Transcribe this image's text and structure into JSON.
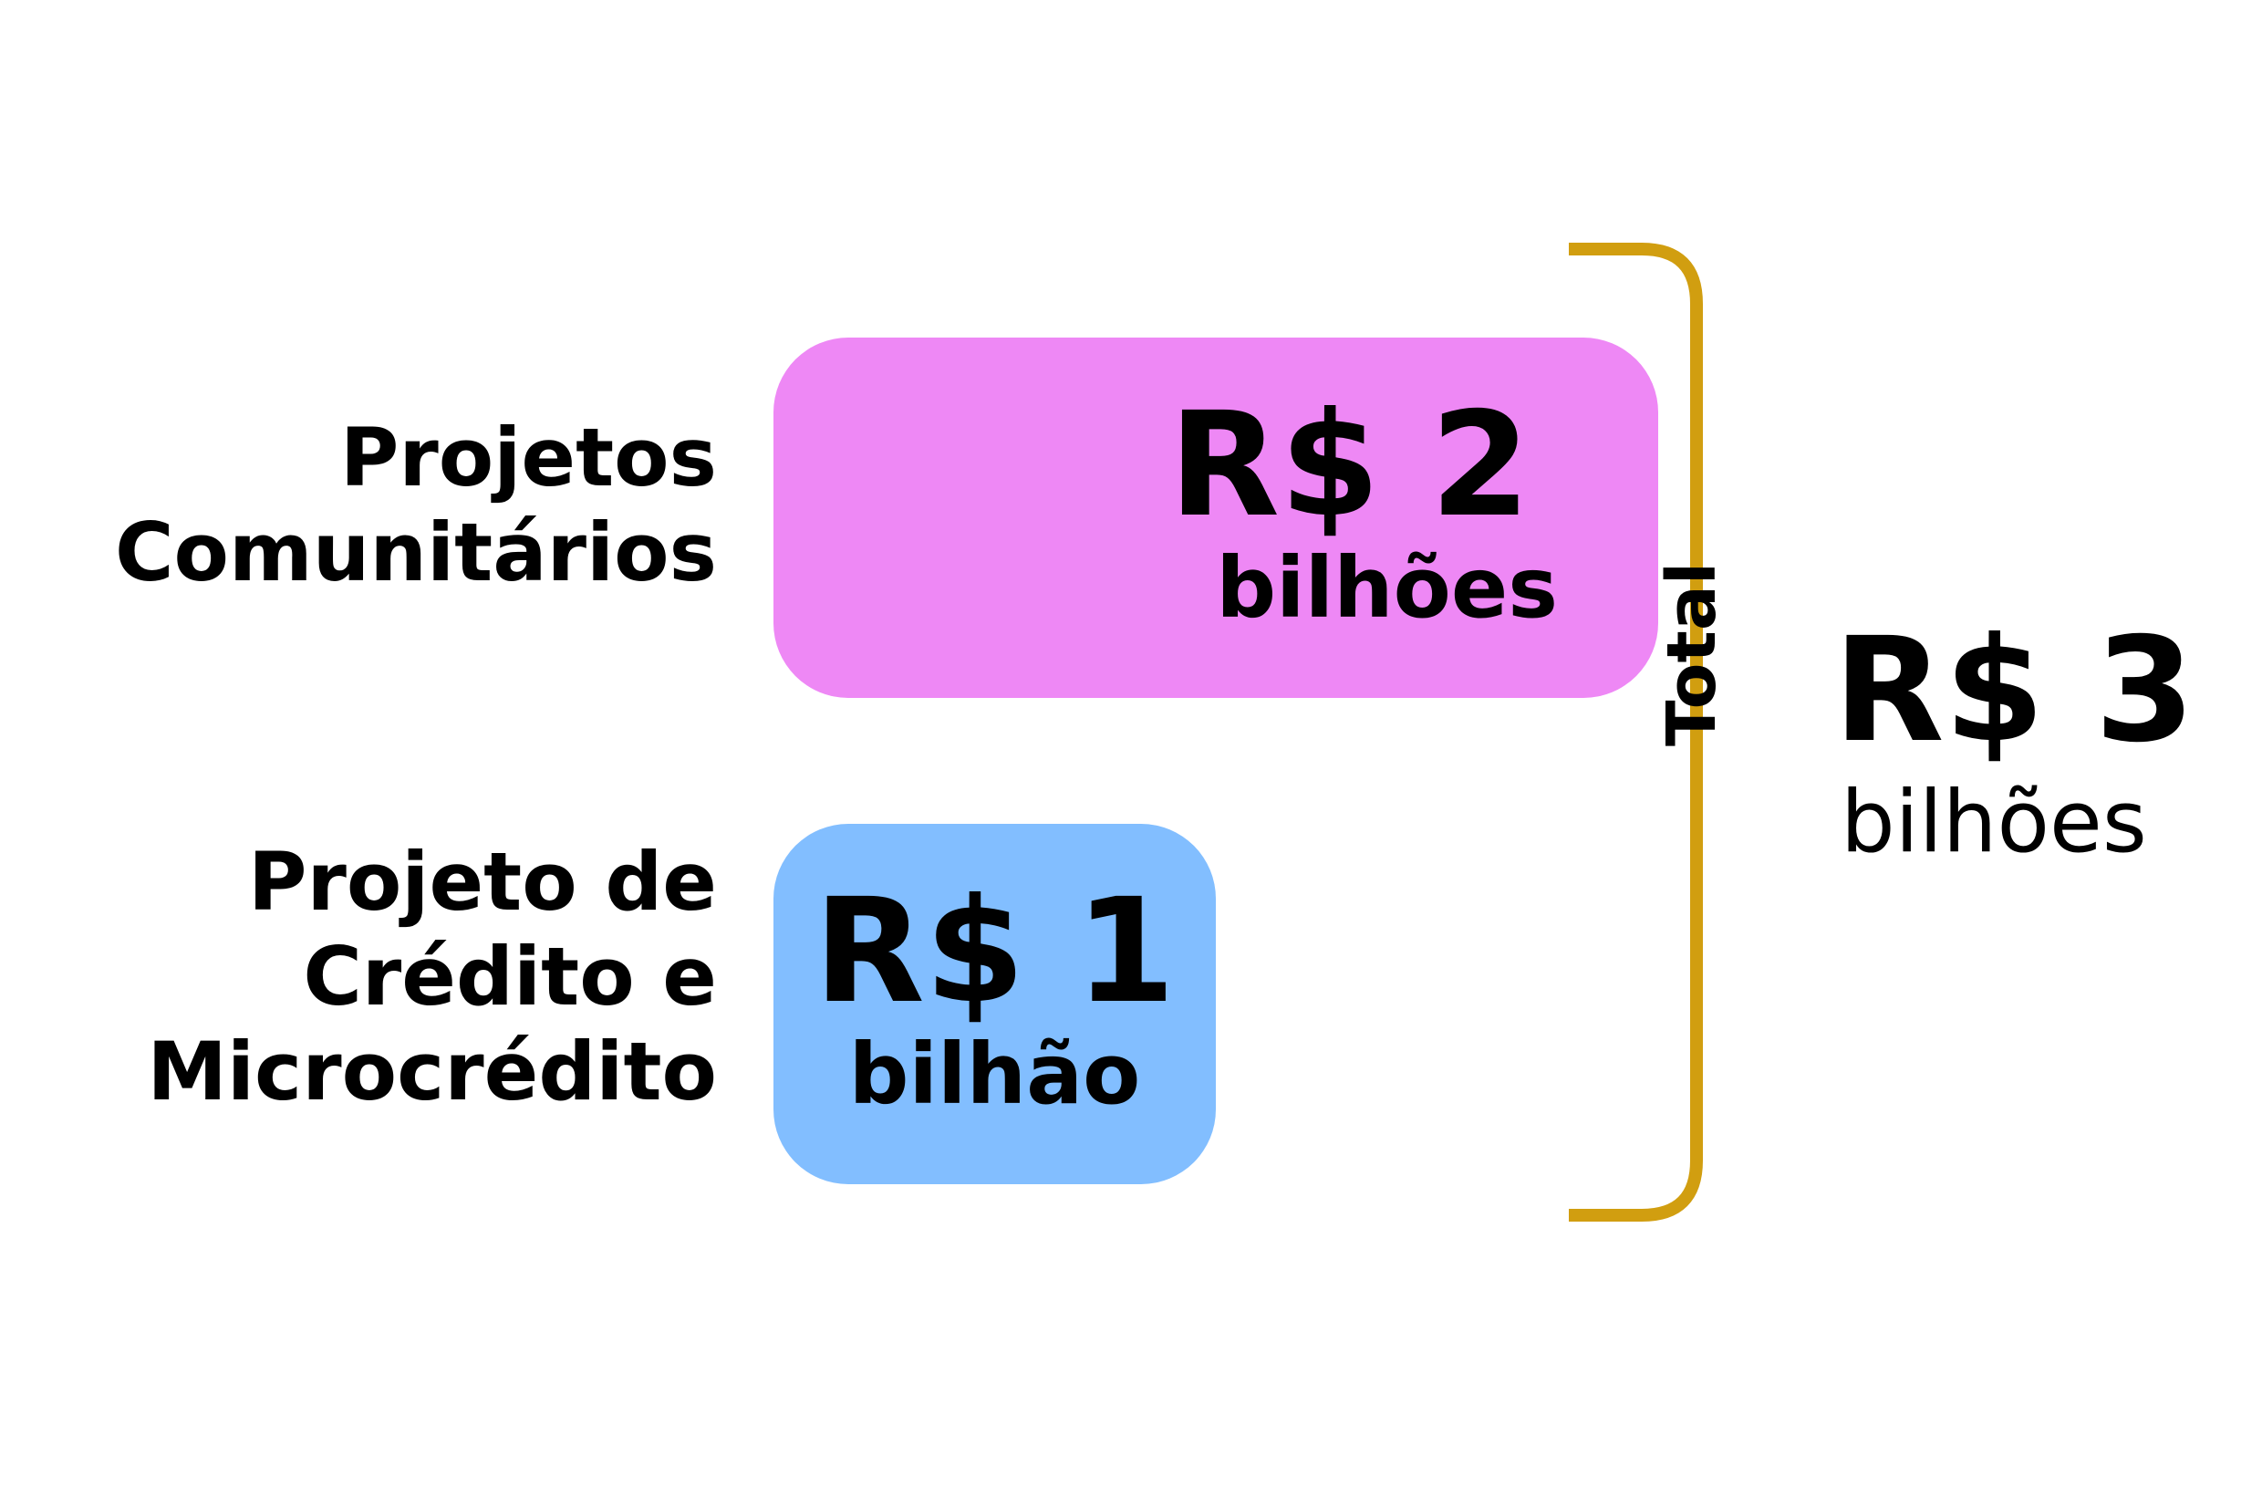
{
  "chart_data": {
    "type": "bar",
    "orientation": "horizontal",
    "categories": [
      "Projetos Comunitários",
      "Projeto de Crédito e Microcrédito"
    ],
    "category_lines": [
      [
        "Projetos",
        "Comunitários"
      ],
      [
        "Projeto de",
        "Crédito e",
        "Microcrédito"
      ]
    ],
    "values": [
      2,
      1
    ],
    "unit": "R$ bilhões",
    "value_labels": [
      {
        "amount": "R$ 2",
        "unit": "bilhões"
      },
      {
        "amount": "R$ 1",
        "unit": "bilhão"
      }
    ],
    "colors": [
      "#EE88F5",
      "#82BEFF"
    ],
    "total": {
      "label": "Total",
      "value": 3,
      "amount": "R$ 3",
      "unit": "bilhões"
    },
    "bracket_color": "#D19E10"
  }
}
